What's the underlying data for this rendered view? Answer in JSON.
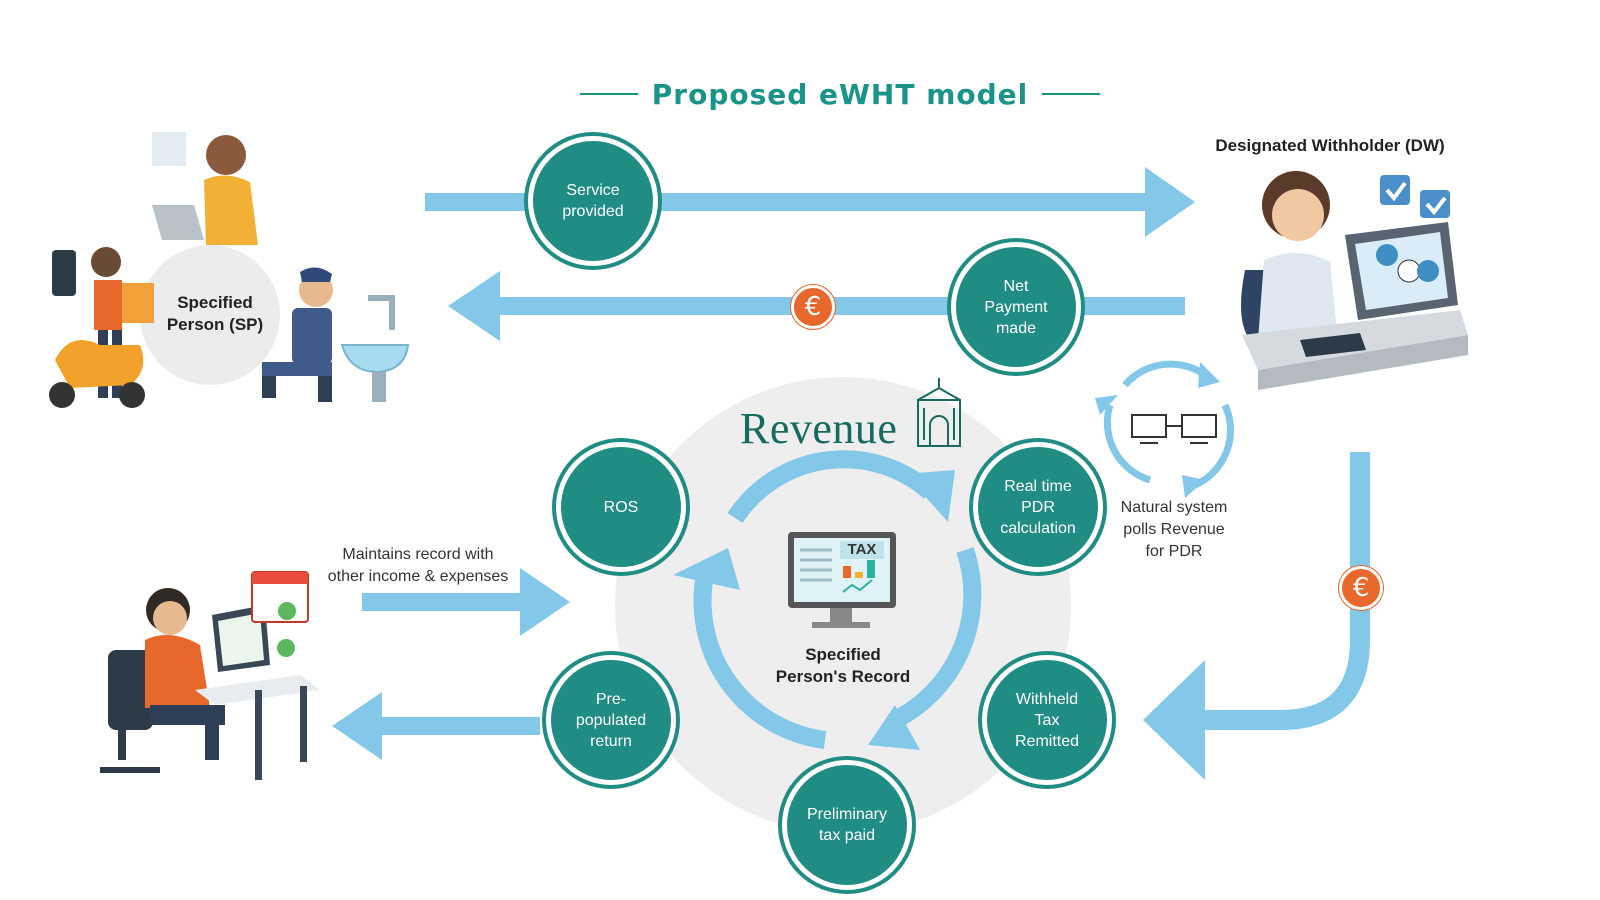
{
  "title": "Proposed eWHT model",
  "nodes": {
    "service_provided": "Service\nprovided",
    "net_payment": "Net\nPayment\nmade",
    "ros": "ROS",
    "real_time_pdr": "Real time\nPDR\ncalculation",
    "prepopulated_return": "Pre-\npopulated\nreturn",
    "withheld_tax": "Withheld\nTax\nRemitted",
    "preliminary_tax": "Preliminary\ntax paid"
  },
  "labels": {
    "specified_person": "Specified\nPerson (SP)",
    "designated_withholder": "Designated Withholder (DW)",
    "revenue": "Revenue",
    "natural_system": "Natural system\npolls Revenue\nfor PDR",
    "maintains_record": "Maintains record with\nother income & expenses",
    "sp_record": "Specified\nPerson's Record",
    "tax_badge": "TAX",
    "euro": "€"
  },
  "colors": {
    "teal": "#1f8d84",
    "arrow_blue": "#83c8e8",
    "euro_orange": "#e8672b",
    "hub_grey": "#eeeeee"
  },
  "icons": [
    "specified-person-group-illustration",
    "designated-withholder-illustration",
    "revenue-logo-building-icon",
    "tax-monitor-icon",
    "system-sync-computers-icon",
    "sp-at-desk-illustration"
  ]
}
